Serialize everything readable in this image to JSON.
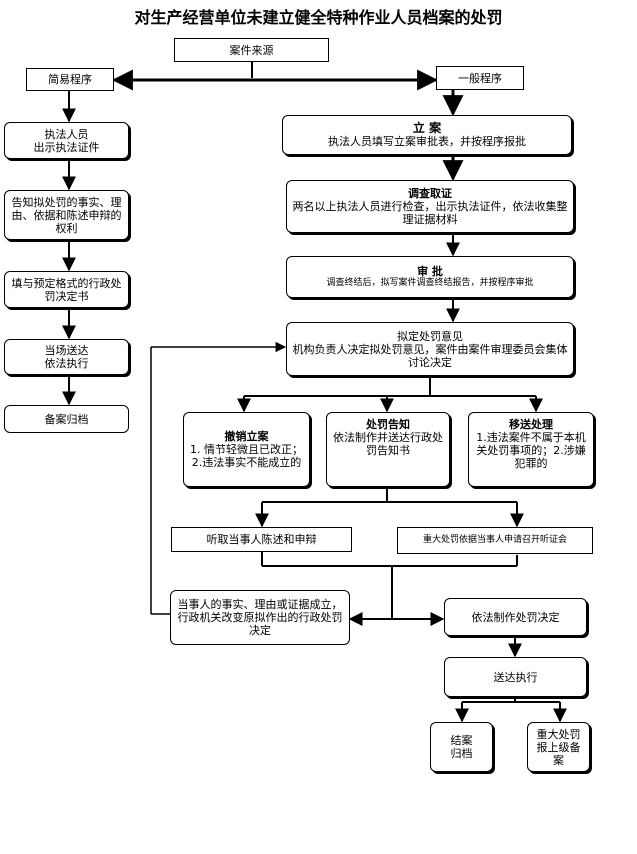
{
  "title": "对生产经营单位未建立健全特种作业人员档案的处罚",
  "source": "案件来源",
  "simple": {
    "heading": "简易程序",
    "steps": [
      "执法人员\n出示执法证件",
      "告知拟处罚的事实、理由、依据和陈述申辩的权利",
      "填与预定格式的行政处罚决定书",
      "当场送达\n依法执行",
      "备案归档"
    ]
  },
  "general": {
    "heading": "一般程序",
    "filing_title": "立  案",
    "filing_text": "执法人员填写立案审批表，并按程序报批",
    "investigation_title": "调查取证",
    "investigation_text": "两名以上执法人员进行检查，出示执法证件，依法收集整理证据材料",
    "review_title": "审  批",
    "review_text": "调查终结后，拟写案件调查终结报告，并按程序审批",
    "proposal": "拟定处罚意见\n机构负责人决定拟处罚意见，案件由案件审理委员会集体讨论决定",
    "revoke_title": "撤销立案",
    "revoke_text": "1. 情节轻微且已改正；2.违法事实不能成立的",
    "notice_title": "处罚告知",
    "notice_text": "依法制作并送达行政处罚告知书",
    "transfer_title": "移送处理",
    "transfer_text": "1.违法案件不属于本机关处罚事项的；2.涉嫌犯罪的",
    "hearing_statement": "听取当事人陈述和申辩",
    "hearing_major": "重大处罚依据当事人申请召开听证会",
    "change": "当事人的事实、理由或证据成立，行政机关改变原拟作出的行政处罚决定",
    "decision": "依法制作处罚决定",
    "deliver": "送达执行",
    "archive": "结案\n归档",
    "report": "重大处罚报上级备案"
  }
}
